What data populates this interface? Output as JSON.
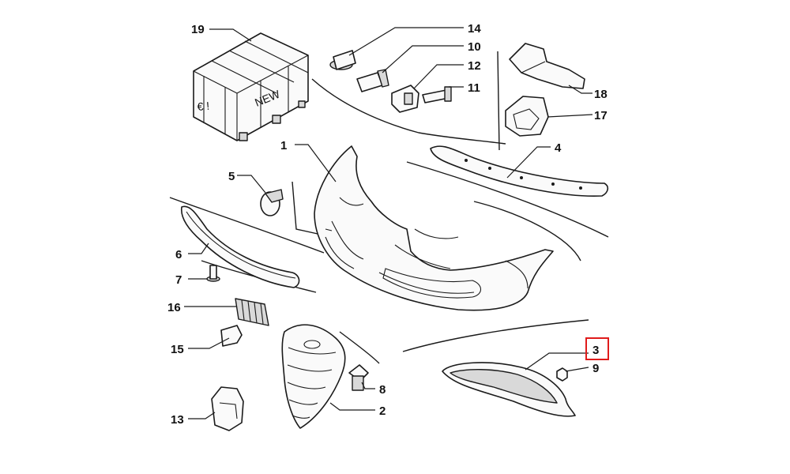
{
  "diagram": {
    "box_label": "NEW",
    "box_symbol": "€ !",
    "highlight_color": "#e01b1b",
    "callouts": {
      "c1": "1",
      "c2": "2",
      "c3": "3",
      "c4": "4",
      "c5": "5",
      "c6": "6",
      "c7": "7",
      "c8": "8",
      "c9": "9",
      "c10": "10",
      "c11": "11",
      "c12": "12",
      "c13": "13",
      "c14": "14",
      "c15": "15",
      "c16": "16",
      "c17": "17",
      "c18": "18",
      "c19": "19"
    },
    "highlighted_callout": "3"
  }
}
